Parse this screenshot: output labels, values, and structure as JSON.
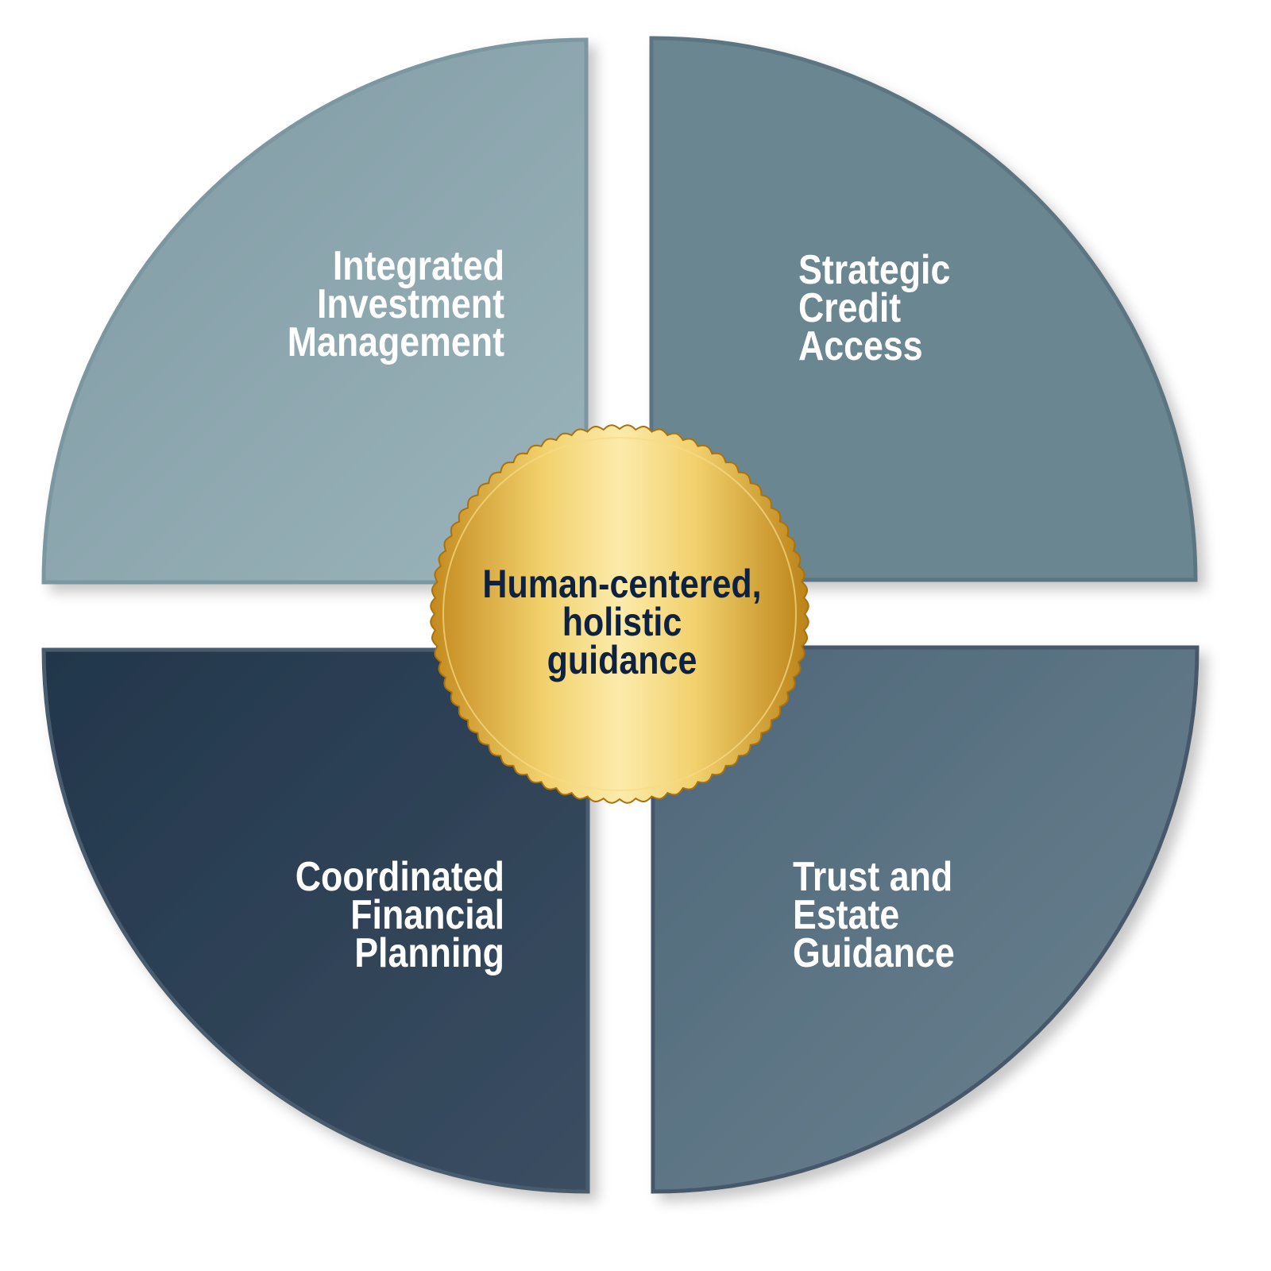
{
  "center": {
    "lines": [
      "Human-centered,",
      "holistic",
      "guidance"
    ],
    "text_color": "#0d2240",
    "gold_colors": [
      "#c38a1e",
      "#fbe9a2",
      "#c38a1e"
    ]
  },
  "quadrants": [
    {
      "position": "top-left",
      "lines": [
        "Integrated",
        "Investment",
        "Management"
      ],
      "color": "#8ea8b1"
    },
    {
      "position": "top-right",
      "lines": [
        "Strategic",
        "Credit",
        "Access"
      ],
      "color": "#6b8792"
    },
    {
      "position": "bottom-left",
      "lines": [
        "Coordinated",
        "Financial",
        "Planning"
      ],
      "color": "#2c3f55"
    },
    {
      "position": "bottom-right",
      "lines": [
        "Trust and",
        "Estate",
        "Guidance"
      ],
      "color": "#5b7383"
    }
  ]
}
